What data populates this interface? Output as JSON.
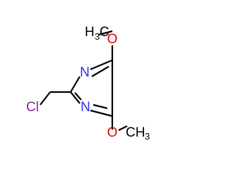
{
  "molecule": {
    "atoms": {
      "n_top": "N",
      "n_bottom": "N",
      "o_top": "O",
      "o_bottom": "O",
      "cl": "Cl",
      "methyl_top_main": "H",
      "methyl_top_sub": "3",
      "methyl_top_tail": "C",
      "methyl_bottom_main": "CH",
      "methyl_bottom_sub": "3"
    },
    "colors": {
      "bond": "#000000",
      "nitrogen": "#3030e0",
      "oxygen": "#e00000",
      "chlorine": "#8f1fa0",
      "carbon": "#000000"
    }
  }
}
